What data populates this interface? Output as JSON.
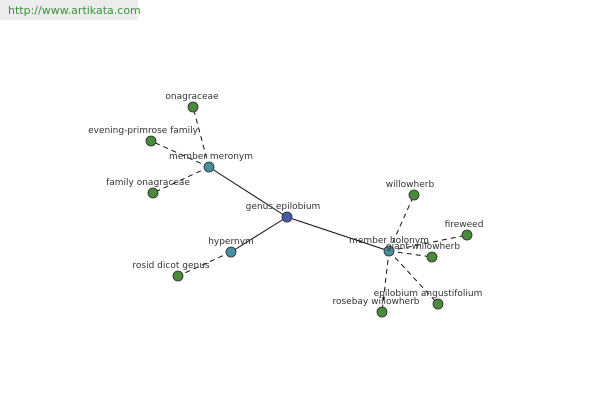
{
  "header": {
    "url": "http://www.artikata.com"
  },
  "colors": {
    "root": "#4a5aa8",
    "relation": "#4a8fa0",
    "leaf": "#4a8a3c",
    "edge": "#111111"
  },
  "graph": {
    "root": {
      "id": "root",
      "label": "genus epilobium"
    },
    "relations": [
      {
        "id": "r_meronym",
        "label": "member meronym"
      },
      {
        "id": "r_holonym",
        "label": "member holonym"
      },
      {
        "id": "r_hypernym",
        "label": "hypernym"
      }
    ],
    "leaves": [
      {
        "id": "l_onagraceae",
        "label": "onagraceae",
        "parent": "r_meronym"
      },
      {
        "id": "l_evening",
        "label": "evening-primrose family",
        "parent": "r_meronym"
      },
      {
        "id": "l_family",
        "label": "family onagraceae",
        "parent": "r_meronym"
      },
      {
        "id": "l_rosid",
        "label": "rosid dicot genus",
        "parent": "r_hypernym"
      },
      {
        "id": "l_willowherb",
        "label": "willowherb",
        "parent": "r_holonym"
      },
      {
        "id": "l_fireweed",
        "label": "fireweed",
        "parent": "r_holonym"
      },
      {
        "id": "l_giant",
        "label": "giant willowherb",
        "parent": "r_holonym"
      },
      {
        "id": "l_angust",
        "label": "epilobium angustifolium",
        "parent": "r_holonym"
      },
      {
        "id": "l_rosebay",
        "label": "rosebay willowherb",
        "parent": "r_holonym"
      }
    ]
  }
}
